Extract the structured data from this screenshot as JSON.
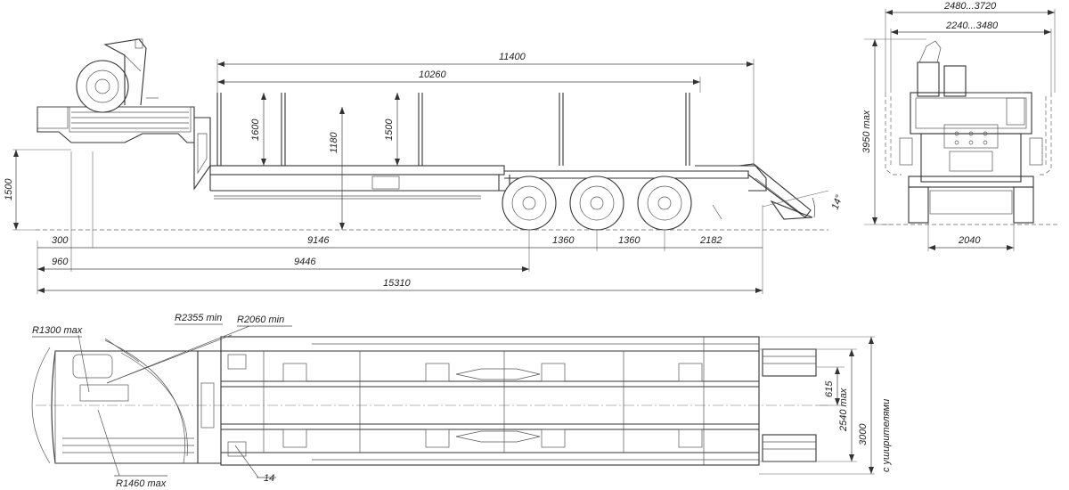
{
  "dims": {
    "overall_length": "15310",
    "platform_length": "11400",
    "deck_length": "10260",
    "front_overhang": "300",
    "king_to_axle": "9146",
    "rear_span_a": "960",
    "rear_span_b": "9446",
    "axle_spacing_1": "1360",
    "axle_spacing_2": "1360",
    "rear_overhang": "2182",
    "fifth_wheel_height": "1500",
    "stake_height_front": "1600",
    "deck_height": "1180",
    "stake_height_mid": "1500",
    "ramp_angle": "14°",
    "width_top": "2480...3720",
    "width_inner": "2240...3480",
    "overall_height": "3950 max",
    "track": "2040",
    "radius_front": "R1300 max",
    "radius_2355": "R2355 min",
    "radius_2060": "R2060 min",
    "radius_1460": "R1460 max",
    "dim_615": "615",
    "width_max": "2540 max",
    "width_ext": "3000",
    "width_ext_note": "с уширителями",
    "callout_14": "14"
  }
}
